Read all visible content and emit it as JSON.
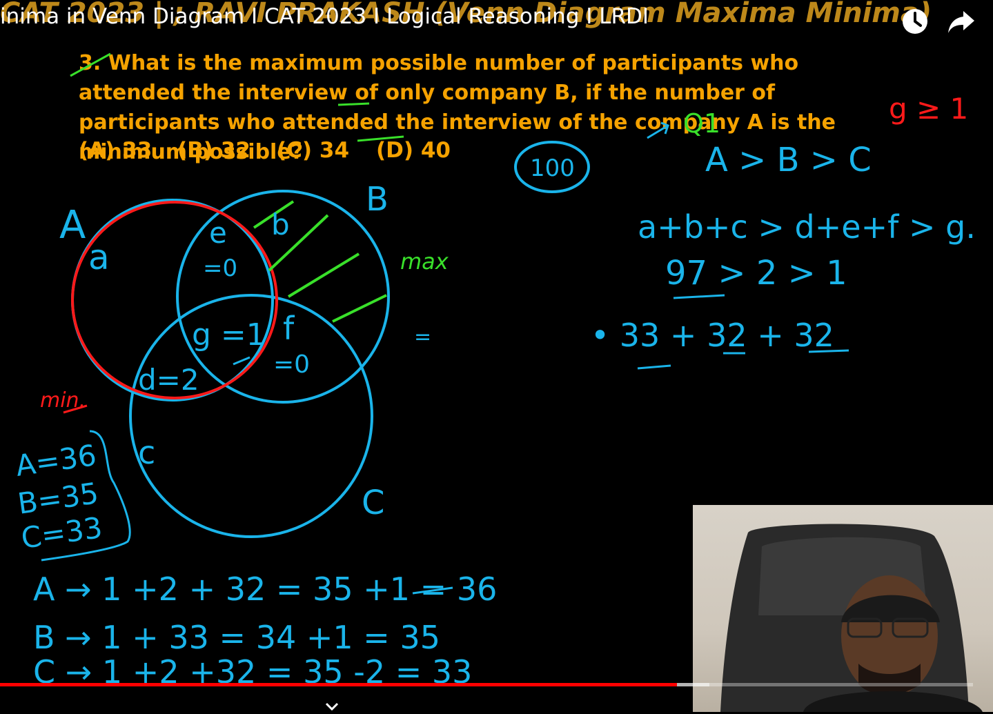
{
  "video": {
    "title": "inima in Venn Diagram I CAT 2023 I Logical Reasoning I LRDI",
    "banner": "CAT 2023 | ; RAVI PRAKASH (Venn Diagram Maxima Minima)",
    "progress_fraction": 0.696
  },
  "controls": {
    "watch_later_icon": "clock-icon",
    "share_icon": "share-arrow-icon",
    "chevron_icon": "chevron-down-icon"
  },
  "question": {
    "number": "3.",
    "text": "What is the maximum possible number of participants who attended the interview of only company B, if the number of participants who attended the interview of the company A is the minimum possible?",
    "options": [
      "(A) 33",
      "(B) 32",
      "(C) 34",
      "(D) 40"
    ]
  },
  "notes": {
    "total": "100",
    "q_ref": "Q1",
    "g_cond": "g ≥ 1",
    "order": "A > B > C",
    "ineq": "a+b+c > d+e+f > g.",
    "ineq_vals": "97  >  2  > 1",
    "sum": "• 33 + 32 + 32",
    "max_label": "max",
    "min_label": "min.",
    "eq_mark": "=",
    "set_A": "A",
    "set_B": "B",
    "set_C": "C",
    "region_a": "a",
    "region_b": "b",
    "region_c": "c",
    "region_e": "e",
    "region_e_val": "=0",
    "region_f": "f",
    "region_f_val": "=0",
    "region_g": "g =1",
    "region_d": "d=2",
    "totals": [
      "A=36",
      "B=35",
      "C=33"
    ],
    "calc_A": "A → 1 +2 + 32 = 35 +1 = 36",
    "calc_B": "B → 1 + 33 = 34 +1 = 35",
    "calc_C": "C → 1 +2 +32 = 35 -2 = 33"
  },
  "colors": {
    "question": "#f5a200",
    "ink_blue": "#1ab4ea",
    "ink_red": "#ff1a1a",
    "ink_green": "#39e02a",
    "progress": "#ff0000"
  }
}
